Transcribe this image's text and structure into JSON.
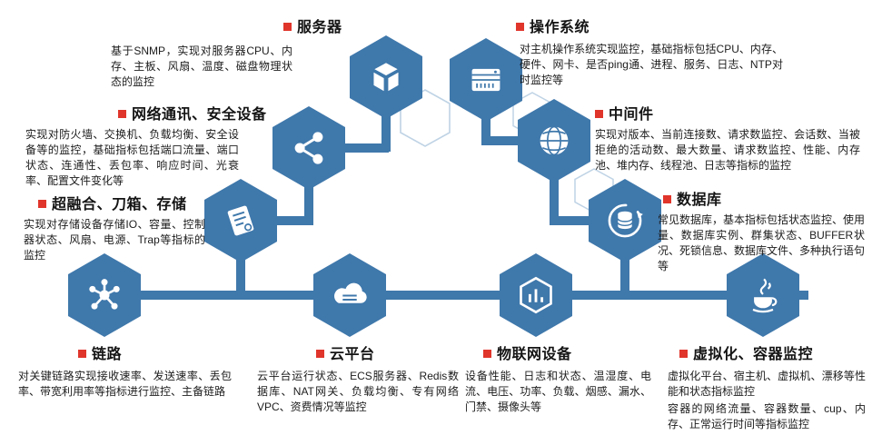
{
  "colors": {
    "hex_fill": "#3f78ab",
    "connector": "#3f78ab",
    "bullet": "#e0352b",
    "outline_hex": "#aac5dd"
  },
  "sections": [
    {
      "id": "server",
      "title": "服务器",
      "icon": "cube-icon",
      "desc": "基于SNMP，实现对服务器CPU、内存、主板、风扇、温度、磁盘物理状态的监控"
    },
    {
      "id": "network",
      "title": "网络通讯、安全设备",
      "icon": "share-icon",
      "desc": "实现对防火墙、交换机、负载均衡、安全设备等的监控，基础指标包括端口流量、端口状态、连通性、丢包率、响应时间、光衰率、配置文件变化等"
    },
    {
      "id": "hci",
      "title": "超融合、刀箱、存储",
      "icon": "scroll-icon",
      "desc": "实现对存储设备存储IO、容量、控制器状态、风扇、电源、Trap等指标的监控"
    },
    {
      "id": "os",
      "title": "操作系统",
      "icon": "rack-icon",
      "desc": "对主机操作系统实现监控，基础指标包括CPU、内存、硬件、网卡、是否ping通、进程、服务、日志、NTP对时监控等"
    },
    {
      "id": "middleware",
      "title": "中间件",
      "icon": "globe-icon",
      "desc": "实现对版本、当前连接数、请求数监控、会话数、当被拒绝的活动数、最大数量、请求数监控、性能、内存池、堆内存、线程池、日志等指标的监控"
    },
    {
      "id": "database",
      "title": "数据库",
      "icon": "database-icon",
      "desc": "常见数据库，基本指标包括状态监控、使用量、数据库实例、群集状态、BUFFER状况、死锁信息、数据库文件、多种执行语句等"
    },
    {
      "id": "link",
      "title": "链路",
      "icon": "hub-icon",
      "desc": "对关键链路实现接收速率、发送速率、丢包率、带宽利用率等指标进行监控、主备链路"
    },
    {
      "id": "cloud",
      "title": "云平台",
      "icon": "cloud-icon",
      "desc": "云平台运行状态、ECS服务器、Redis数据库、NAT网关、负载均衡、专有网络VPC、资费情况等监控"
    },
    {
      "id": "iot",
      "title": "物联网设备",
      "icon": "iot-icon",
      "desc": "设备性能、日志和状态、温湿度、电流、电压、功率、负载、烟感、漏水、门禁、摄像头等"
    },
    {
      "id": "virt",
      "title": "虚拟化、容器监控",
      "icon": "java-icon",
      "desc": "虚拟化平台、宿主机、虚拟机、漂移等性能和状态指标监控",
      "desc2": "容器的网络流量、容器数量、cup、内存、正常运行时间等指标监控"
    }
  ]
}
